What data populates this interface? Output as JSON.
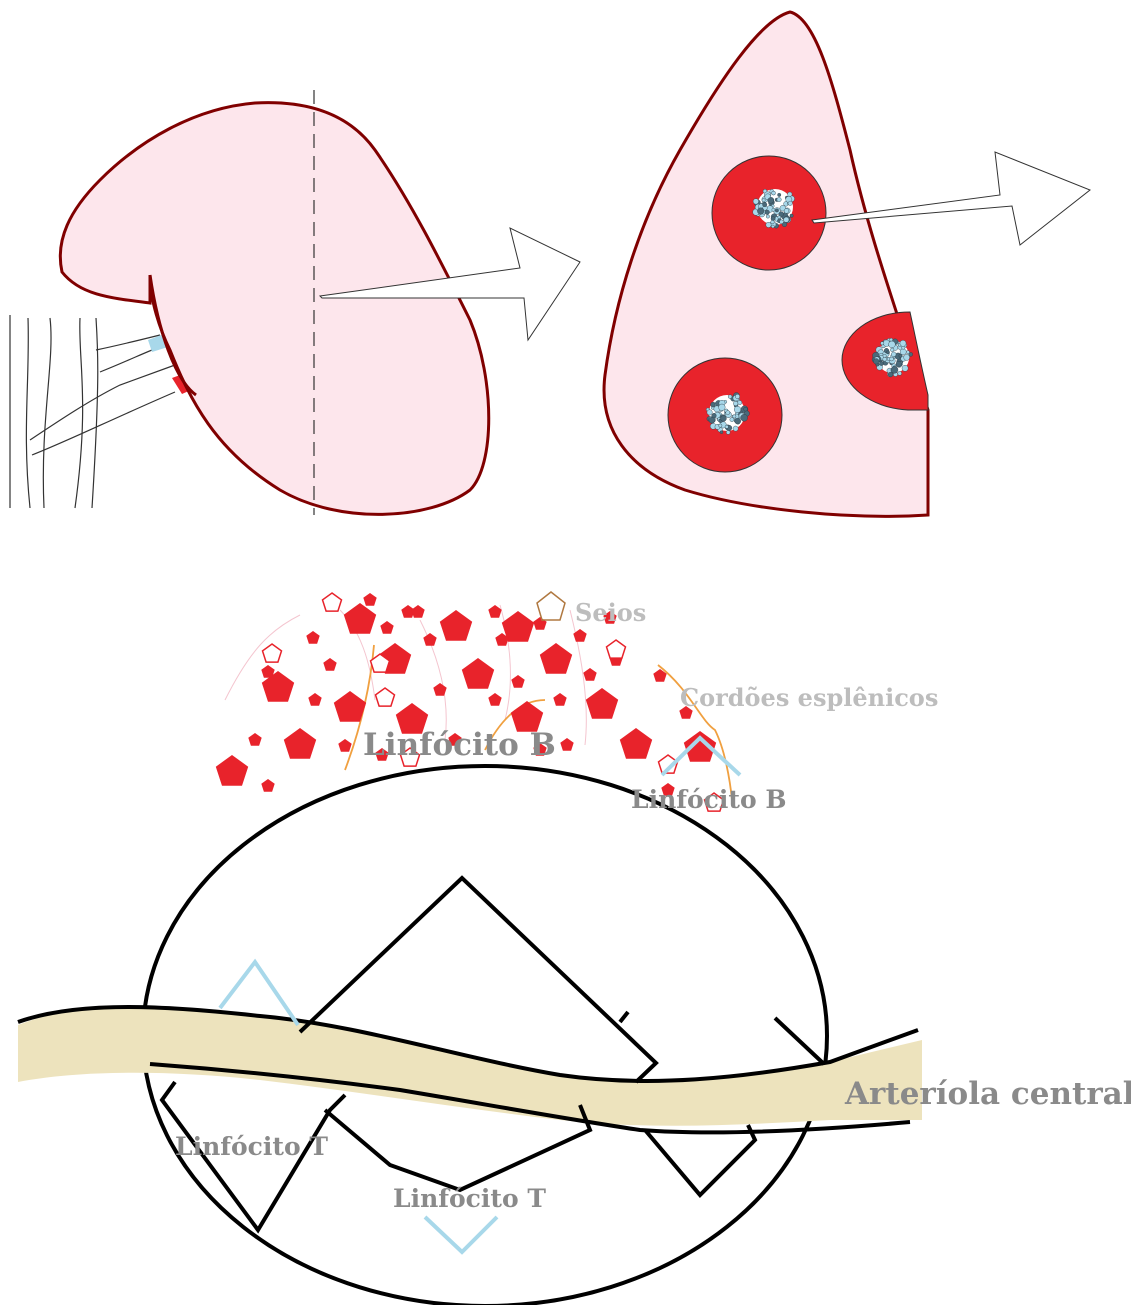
{
  "labels": {
    "seios": "Seios",
    "cordoes": "Cordões esplênicos",
    "linfocito_b_large": "Linfócito B",
    "linfocito_b_small": "Linfócito B",
    "arteriola": "Arteríola central",
    "linfocito_t_left": "Linfócito T",
    "linfocito_t_center": "Linfócito T"
  },
  "colors": {
    "organ_fill": "#fde6ec",
    "organ_stroke": "#800000",
    "red_pulp": "#e8232b",
    "vein": "#a8d8ea",
    "artery_band": "#ede3bd",
    "label_gray": "#8a8a8a",
    "seios_gray": "#bdbdbd",
    "cord_orange": "#f0a040"
  }
}
